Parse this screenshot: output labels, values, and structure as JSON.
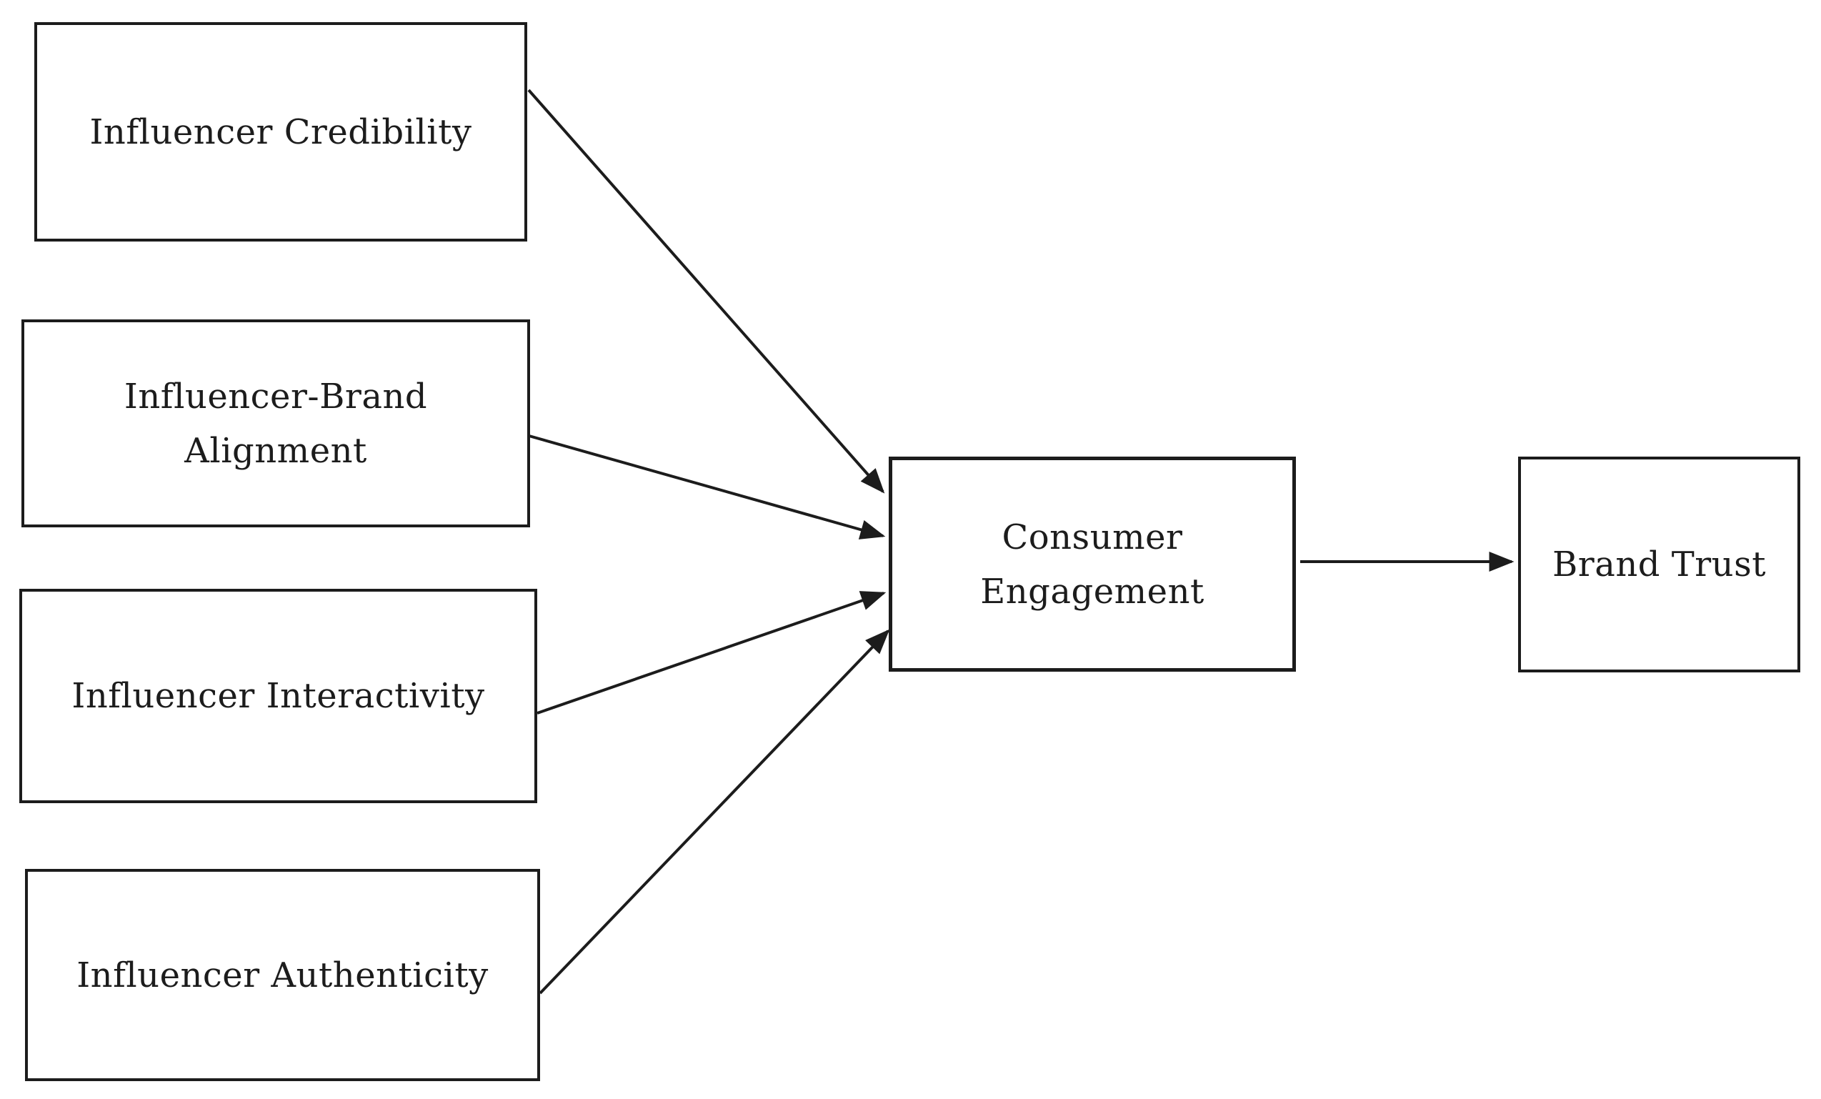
{
  "diagram": {
    "title": "",
    "colors": {
      "background": "#ffffff",
      "box_border": "#1c1c1c",
      "text": "#1c1c1c",
      "arrow": "#1c1c1c"
    },
    "nodes": [
      {
        "id": "influencer-credibility",
        "label": "Influencer Credibility"
      },
      {
        "id": "influencer-brand-alignment",
        "label": "Influencer-Brand Alignment"
      },
      {
        "id": "influencer-interactivity",
        "label": "Influencer Interactivity"
      },
      {
        "id": "influencer-authenticity",
        "label": "Influencer Authenticity"
      },
      {
        "id": "consumer-engagement",
        "label": "Consumer Engagement"
      },
      {
        "id": "brand-trust",
        "label": "Brand Trust"
      }
    ],
    "edges": [
      {
        "from": "Influencer Credibility",
        "to": "Consumer Engagement"
      },
      {
        "from": "Influencer-Brand Alignment",
        "to": "Consumer Engagement"
      },
      {
        "from": "Influencer Interactivity",
        "to": "Consumer Engagement"
      },
      {
        "from": "Influencer Authenticity",
        "to": "Consumer Engagement"
      },
      {
        "from": "Consumer Engagement",
        "to": "Brand Trust"
      }
    ]
  }
}
